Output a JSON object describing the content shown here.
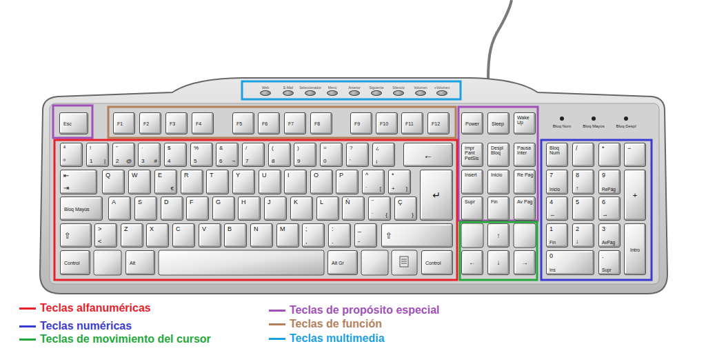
{
  "diagram": {
    "nodes": [
      {
        "text": [
          "Web"
        ]
      },
      {
        "text": [
          "E-Mail"
        ]
      },
      {
        "text": [
          "Seleccionador"
        ]
      },
      {
        "text": [
          "Menú"
        ]
      },
      {
        "text": [
          "Anterior"
        ]
      },
      {
        "text": [
          "Siguiente"
        ]
      },
      {
        "text": [
          "Silencio"
        ]
      },
      {
        "text": [
          "Volumen"
        ]
      },
      {
        "text": [
          "+Volumen"
        ]
      },
      {
        "text": [
          "Esc"
        ]
      },
      {
        "text": [
          "F1"
        ]
      },
      {
        "text": [
          "F2"
        ]
      },
      {
        "text": [
          "F3"
        ]
      },
      {
        "text": [
          "F4"
        ]
      },
      {
        "text": [
          "F5"
        ]
      },
      {
        "text": [
          "F6"
        ]
      },
      {
        "text": [
          "F7"
        ]
      },
      {
        "text": [
          "F8"
        ]
      },
      {
        "text": [
          "F9"
        ]
      },
      {
        "text": [
          "F10"
        ]
      },
      {
        "text": [
          "F11"
        ]
      },
      {
        "text": [
          "F12"
        ]
      },
      {
        "text": [
          "Power"
        ]
      },
      {
        "text": [
          "Sleep"
        ]
      },
      {
        "text": [
          "Wake Up"
        ]
      },
      {
        "text": [
          "ª",
          "º"
        ]
      },
      {
        "text": [
          "!",
          "1",
          "|"
        ]
      },
      {
        "text": [
          "\"",
          "2",
          "@"
        ]
      },
      {
        "text": [
          "·",
          "3",
          "#"
        ]
      },
      {
        "text": [
          "$",
          "4"
        ]
      },
      {
        "text": [
          "%",
          "5"
        ]
      },
      {
        "text": [
          "&",
          "6",
          "¬"
        ]
      },
      {
        "text": [
          "/",
          "7"
        ]
      },
      {
        "text": [
          "(",
          "8"
        ]
      },
      {
        "text": [
          ")",
          "9"
        ]
      },
      {
        "text": [
          "=",
          "0"
        ]
      },
      {
        "text": [
          "?",
          "'"
        ]
      },
      {
        "text": [
          "¿",
          "¡"
        ]
      },
      {
        "text": [
          "←"
        ]
      },
      {
        "text": [
          "Impr Pant PetSis"
        ]
      },
      {
        "text": [
          "Despl Bloq"
        ]
      },
      {
        "text": [
          "Pausa Inter"
        ]
      },
      {
        "text": [
          "Bloq Num"
        ]
      },
      {
        "text": [
          "/"
        ]
      },
      {
        "text": [
          "*"
        ]
      },
      {
        "text": [
          "−"
        ]
      },
      {
        "text": [
          "⇤",
          "⇥"
        ]
      },
      {
        "text": [
          "Q"
        ]
      },
      {
        "text": [
          "W"
        ]
      },
      {
        "text": [
          "E",
          "€"
        ]
      },
      {
        "text": [
          "R"
        ]
      },
      {
        "text": [
          "T"
        ]
      },
      {
        "text": [
          "Y"
        ]
      },
      {
        "text": [
          "U"
        ]
      },
      {
        "text": [
          "I"
        ]
      },
      {
        "text": [
          "O"
        ]
      },
      {
        "text": [
          "P"
        ]
      },
      {
        "text": [
          "^",
          "`",
          "["
        ]
      },
      {
        "text": [
          "*",
          "+",
          "]"
        ]
      },
      {
        "text": [
          "↵"
        ]
      },
      {
        "text": [
          "Insert"
        ]
      },
      {
        "text": [
          "Inicio"
        ]
      },
      {
        "text": [
          "Re Pag"
        ]
      },
      {
        "text": [
          "7",
          "Inicio"
        ]
      },
      {
        "text": [
          "8",
          "↑"
        ]
      },
      {
        "text": [
          "9",
          "RePág"
        ]
      },
      {
        "text": [
          "+"
        ]
      },
      {
        "text": [
          "Bloq Mayús"
        ]
      },
      {
        "text": [
          "A"
        ]
      },
      {
        "text": [
          "S"
        ]
      },
      {
        "text": [
          "D"
        ]
      },
      {
        "text": [
          "F"
        ]
      },
      {
        "text": [
          "G"
        ]
      },
      {
        "text": [
          "H"
        ]
      },
      {
        "text": [
          "J"
        ]
      },
      {
        "text": [
          "K"
        ]
      },
      {
        "text": [
          "L"
        ]
      },
      {
        "text": [
          "Ñ"
        ]
      },
      {
        "text": [
          "¨",
          "´",
          "{"
        ]
      },
      {
        "text": [
          "Ç",
          "}"
        ]
      },
      {
        "text": [
          "Supr"
        ]
      },
      {
        "text": [
          "Fin"
        ]
      },
      {
        "text": [
          "Av Pag"
        ]
      },
      {
        "text": [
          "4",
          "←"
        ]
      },
      {
        "text": [
          "5"
        ]
      },
      {
        "text": [
          "6",
          "→"
        ]
      },
      {
        "text": [
          "⇧"
        ]
      },
      {
        "text": [
          ">",
          "<"
        ]
      },
      {
        "text": [
          "Z"
        ]
      },
      {
        "text": [
          "X"
        ]
      },
      {
        "text": [
          "C"
        ]
      },
      {
        "text": [
          "V"
        ]
      },
      {
        "text": [
          "B"
        ]
      },
      {
        "text": [
          "N"
        ]
      },
      {
        "text": [
          "M"
        ]
      },
      {
        "text": [
          ";",
          ","
        ]
      },
      {
        "text": [
          ":",
          "."
        ]
      },
      {
        "text": [
          "_",
          "-"
        ]
      },
      {
        "text": [
          "⇧"
        ]
      },
      {
        "text": [
          "↑"
        ]
      },
      {
        "text": [
          "1",
          "Fin"
        ]
      },
      {
        "text": [
          "2",
          "↓"
        ]
      },
      {
        "text": [
          "3",
          "AvPág"
        ]
      },
      {
        "text": [
          "Intro"
        ]
      },
      {
        "text": [
          "Control"
        ]
      },
      {
        "text": [
          "Alt"
        ]
      },
      {
        "text": [
          "Alt Gr"
        ]
      },
      {
        "text": [
          "Control"
        ]
      },
      {
        "text": [
          "←"
        ]
      },
      {
        "text": [
          "↓"
        ]
      },
      {
        "text": [
          "→"
        ]
      },
      {
        "text": [
          "0",
          "Ins"
        ]
      },
      {
        "text": [
          ".",
          "Supr"
        ]
      }
    ],
    "labels": [
      "Bloq Num",
      "Bloq Mayús",
      "Bloq Despl"
    ],
    "legend": [
      {
        "text": "Teclas alfanuméricas",
        "color": "#e8202a"
      },
      {
        "text": "Teclas de propósito especial",
        "color": "#a050b8"
      },
      {
        "text": "Teclas numéricas",
        "color": "#3a3ad0"
      },
      {
        "text": "Teclas de función",
        "color": "#b3805a"
      },
      {
        "text": "Teclas de movimiento del cursor",
        "color": "#22a83a"
      },
      {
        "text": "Teclas multimedia",
        "color": "#1a9fe0"
      }
    ]
  }
}
